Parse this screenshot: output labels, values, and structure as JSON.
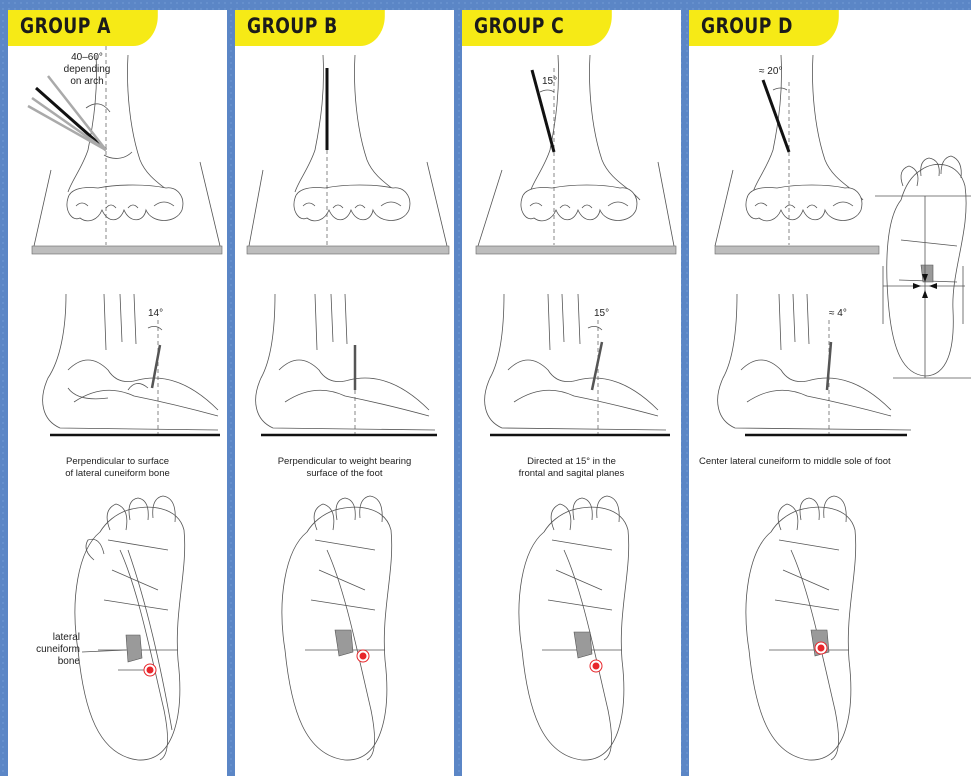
{
  "groups": [
    {
      "title": "GROUP A",
      "top_angle": "40–60°\ndepending\non arch",
      "side_angle": "14°",
      "caption": "Perpendicular to surface\nof lateral cuneiform bone",
      "bottom_label": "lateral\ncuneiform\nbone"
    },
    {
      "title": "GROUP B",
      "caption": "Perpendicular to weight bearing\nsurface of the foot"
    },
    {
      "title": "GROUP C",
      "top_angle": "15°",
      "side_angle": "15°",
      "caption": "Directed at 15° in the\nfrontal and sagital planes"
    },
    {
      "title": "GROUP D",
      "top_angle": "≈ 20°",
      "side_angle": "≈ 4°",
      "caption": "Center lateral cuneiform to middle sole of foot"
    }
  ],
  "colors": {
    "background": "#5b86c6",
    "header": "#f6ea16",
    "needle": "#111111",
    "marker": "#e8262b",
    "bone_highlight": "#9a9a9a"
  }
}
